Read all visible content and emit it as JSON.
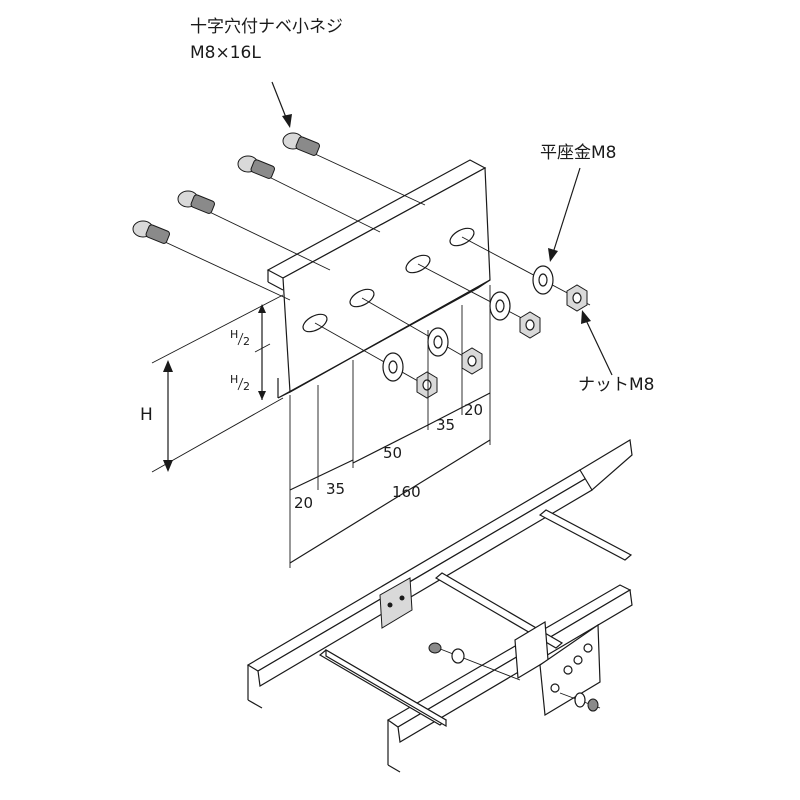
{
  "labels": {
    "screw_line1": "十字穴付ナベ小ネジ",
    "screw_line2": "M8×16L",
    "washer": "平座金M8",
    "nut": "ナットM8"
  },
  "dimensions": {
    "height": "H",
    "half_top": "H/2",
    "half_bottom": "H/2",
    "edge_right": "20",
    "pitch_right": "35",
    "center": "50",
    "edge_left": "20",
    "pitch_left": "35",
    "total": "160"
  },
  "half_parts": {
    "h": "H",
    "two": "2"
  },
  "colors": {
    "line": "#1a1a1a",
    "shade": "#d9d9d9",
    "dark": "#8a8a8a",
    "background": "#ffffff"
  }
}
